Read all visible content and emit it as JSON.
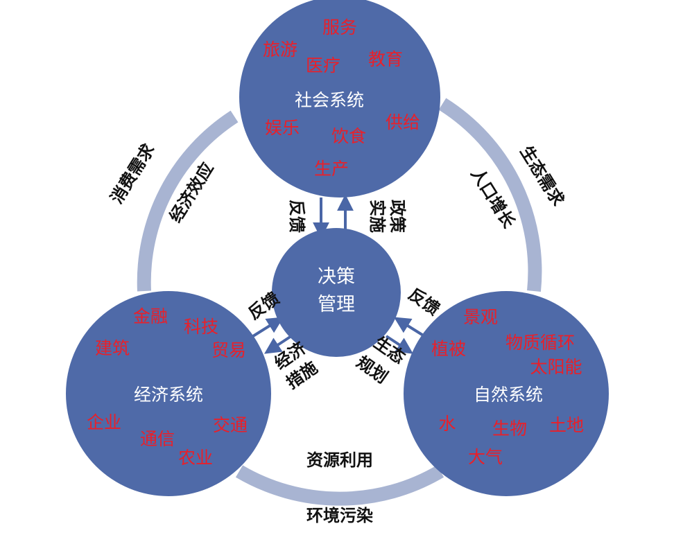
{
  "colors": {
    "circle_fill": "#4f6aa8",
    "ring": "#a8b4d2",
    "arrow": "#4a66a6",
    "item_text": "#e8202a",
    "circle_title": "#ffffff",
    "label_text": "#111111"
  },
  "center": {
    "line1": "决策",
    "line2": "管理"
  },
  "social": {
    "title": "社会系统",
    "items": [
      "服务",
      "旅游",
      "医疗",
      "教育",
      "娱乐",
      "饮食",
      "供给",
      "生产"
    ]
  },
  "economic": {
    "title": "经济系统",
    "items": [
      "金融",
      "科技",
      "建筑",
      "贸易",
      "企业",
      "交通",
      "通信",
      "农业"
    ]
  },
  "natural": {
    "title": "自然系统",
    "items": [
      "景观",
      "植被",
      "物质循环",
      "太阳能",
      "水",
      "生物",
      "土地",
      "大气"
    ]
  },
  "links": {
    "social_feedback": "反馈",
    "social_policy_1": "政策",
    "social_policy_2": "实施",
    "econ_feedback": "反馈",
    "econ_measure_1": "经济",
    "econ_measure_2": "措施",
    "nature_feedback": "反馈",
    "nature_plan_1": "生态",
    "nature_plan_2": "规划"
  },
  "ring_labels": {
    "left_outer": "消费需求",
    "left_inner": "经济效应",
    "right_outer": "生态需求",
    "right_inner": "人口增长",
    "bottom_inner": "资源利用",
    "bottom_outer": "环境污染"
  }
}
